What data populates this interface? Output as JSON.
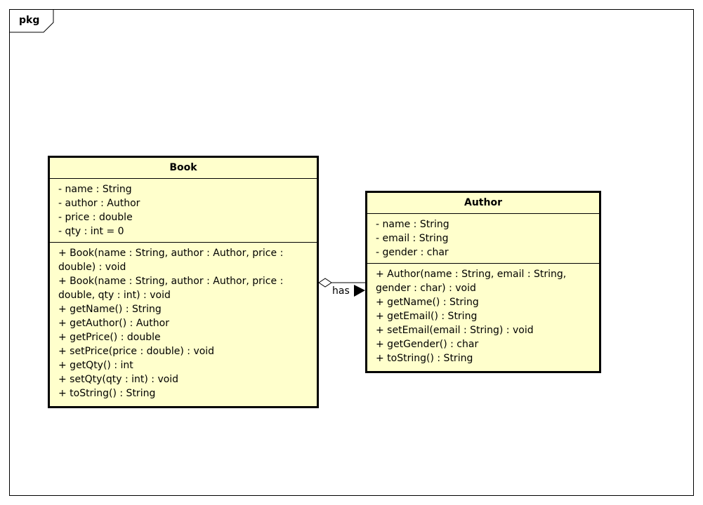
{
  "frame": {
    "label": "pkg"
  },
  "classes": {
    "book": {
      "name": "Book",
      "attributes": [
        "- name : String",
        "- author : Author",
        "- price : double",
        "- qty : int = 0"
      ],
      "operations": [
        "+ Book(name : String, author : Author, price :",
        "double) : void",
        "+ Book(name : String, author : Author, price :",
        "double, qty : int) : void",
        "+ getName() : String",
        "+ getAuthor() : Author",
        "+ getPrice() : double",
        "+ setPrice(price : double) : void",
        "+ getQty() : int",
        "+ setQty(qty : int) : void",
        "+ toString() : String"
      ]
    },
    "author": {
      "name": "Author",
      "attributes": [
        "- name : String",
        "- email : String",
        "- gender : char"
      ],
      "operations": [
        "+ Author(name : String, email : String,",
        "gender : char) : void",
        "+ getName() : String",
        "+ getEmail() : String",
        "+ setEmail(email : String) : void",
        "+ getGender() : char",
        "+ toString() : String"
      ]
    }
  },
  "association": {
    "label": "has",
    "type": "aggregation",
    "from": "Book",
    "to": "Author"
  }
}
